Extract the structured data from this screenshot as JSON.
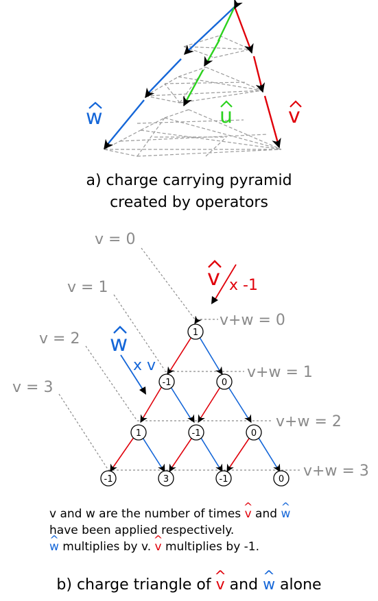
{
  "colors": {
    "red": "#e0000a",
    "blue": "#1466d8",
    "green": "#2bd21e",
    "gray": "#8a8a8a",
    "dash": "#9a9a9a"
  },
  "part_a": {
    "label_w": "w",
    "label_u": "u",
    "label_v": "v",
    "caption_line1": "a) charge carrying pyramid",
    "caption_line2": "created by operators"
  },
  "part_b": {
    "v_labels": [
      "v = 0",
      "v = 1",
      "v = 2",
      "v = 3"
    ],
    "vw_labels": [
      "v+w = 0",
      "v+w = 1",
      "v+w = 2",
      "v+w = 3"
    ],
    "v_op_letter": "v",
    "v_op_mult": "x -1",
    "w_op_letter": "w",
    "w_op_mult": "x v",
    "rows": [
      [
        "1"
      ],
      [
        "-1",
        "0"
      ],
      [
        "1",
        "-1",
        "0"
      ],
      [
        "-1",
        "3",
        "-1",
        "0"
      ]
    ],
    "note_line1_a": "v and w are the number of times ",
    "note_line1_v": "v",
    "note_line1_b": " and ",
    "note_line1_w": "w",
    "note_line2": "have been applied respectively.",
    "note_line3_w": "w",
    "note_line3_a": " multiplies by v. ",
    "note_line3_v": "v",
    "note_line3_b": " multiplies by -1.",
    "caption_a": "b) charge triangle of ",
    "caption_v": "v",
    "caption_mid": " and ",
    "caption_w": "w",
    "caption_b": " alone"
  }
}
